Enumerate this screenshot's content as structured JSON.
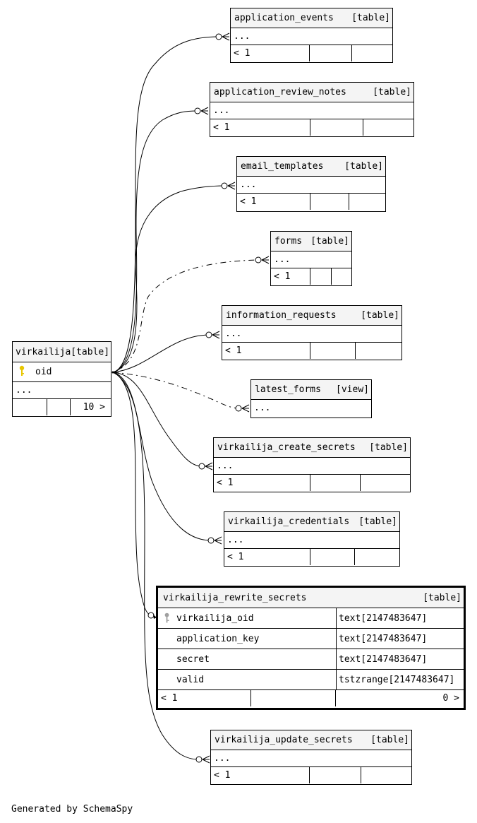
{
  "diagram": {
    "footer": "Generated by SchemaSpy",
    "colors": {
      "key": "#e8c600",
      "fk_key": "#a0a0a0",
      "line": "#000000",
      "header": "#f4f4f4"
    },
    "source_table": {
      "name": "virkailija",
      "kind": "[table]",
      "columns": [
        "oid"
      ],
      "more": "...",
      "children_count": "10 >"
    },
    "related_tables": [
      {
        "name": "application_events",
        "kind": "[table]",
        "more": "...",
        "parents": "< 1",
        "relation": "identifying"
      },
      {
        "name": "application_review_notes",
        "kind": "[table]",
        "more": "...",
        "parents": "< 1",
        "relation": "identifying"
      },
      {
        "name": "email_templates",
        "kind": "[table]",
        "more": "...",
        "parents": "< 1",
        "relation": "identifying"
      },
      {
        "name": "forms",
        "kind": "[table]",
        "more": "...",
        "parents": "< 1",
        "relation": "implied"
      },
      {
        "name": "information_requests",
        "kind": "[table]",
        "more": "...",
        "parents": "< 1",
        "relation": "identifying"
      },
      {
        "name": "latest_forms",
        "kind": "[view]",
        "more": "...",
        "parents": "",
        "relation": "implied"
      },
      {
        "name": "virkailija_create_secrets",
        "kind": "[table]",
        "more": "...",
        "parents": "< 1",
        "relation": "identifying"
      },
      {
        "name": "virkailija_credentials",
        "kind": "[table]",
        "more": "...",
        "parents": "< 1",
        "relation": "identifying"
      },
      {
        "name": "virkailija_update_secrets",
        "kind": "[table]",
        "more": "...",
        "parents": "< 1",
        "relation": "identifying"
      }
    ],
    "focus_table": {
      "name": "virkailija_rewrite_secrets",
      "kind": "[table]",
      "columns": [
        {
          "name": "virkailija_oid",
          "type": "text[2147483647]",
          "fk": true
        },
        {
          "name": "application_key",
          "type": "text[2147483647]",
          "fk": false
        },
        {
          "name": "secret",
          "type": "text[2147483647]",
          "fk": false
        },
        {
          "name": "valid",
          "type": "tstzrange[2147483647]",
          "fk": false
        }
      ],
      "parents": "< 1",
      "children": "0 >"
    }
  }
}
